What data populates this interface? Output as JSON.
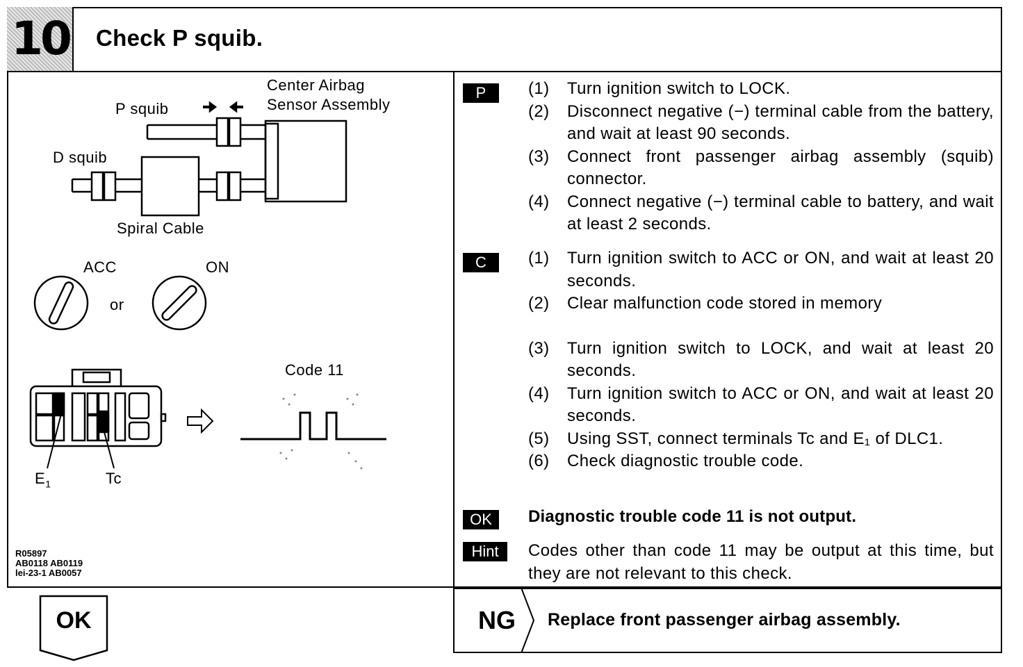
{
  "header": {
    "step_number": "10",
    "title": "Check P squib."
  },
  "diagram": {
    "center_airbag_label": "Center Airbag",
    "sensor_assembly_label": "Sensor Assembly",
    "p_squib_label": "P squib",
    "d_squib_label": "D squib",
    "spiral_cable_label": "Spiral Cable",
    "acc_label": "ACC",
    "on_label": "ON",
    "or_label": "or",
    "code_label": "Code 11",
    "e1_label": "E",
    "e1_sub": "1",
    "tc_label": "Tc",
    "refs": [
      "R05897",
      "AB0118  AB0119",
      "lei-23-1  AB0057"
    ]
  },
  "procedure": {
    "p_tag": "P",
    "c_tag": "C",
    "ok_tag": "OK",
    "hint_tag": "Hint",
    "p_steps": [
      {
        "num": "(1)",
        "text": "Turn ignition switch to LOCK."
      },
      {
        "num": "(2)",
        "text": "Disconnect negative (−) terminal cable from the battery, and wait at least 90 seconds."
      },
      {
        "num": "(3)",
        "text": "Connect front passenger airbag assembly (squib) connector."
      },
      {
        "num": "(4)",
        "text": "Connect negative (−) terminal cable to battery, and wait at least 2 seconds."
      }
    ],
    "c_steps": [
      {
        "num": "(1)",
        "text": "Turn ignition switch to ACC or ON, and wait at least 20 seconds."
      },
      {
        "num": "(2)",
        "text": "Clear malfunction code stored in memory"
      },
      {
        "num": "(3)",
        "text": "Turn ignition switch to LOCK, and wait at least 20 seconds."
      },
      {
        "num": "(4)",
        "text": "Turn ignition switch to ACC or ON, and wait at least 20 seconds."
      },
      {
        "num": "(5)",
        "text": "Using SST, connect terminals Tc and E₁ of DLC1."
      },
      {
        "num": "(6)",
        "text": "Check diagnostic trouble code."
      }
    ],
    "ok_text": "Diagnostic trouble code 11 is not output.",
    "hint_text": "Codes other than code 11 may be output at this time, but they are not relevant to this check."
  },
  "result": {
    "ok_label": "OK",
    "ng_label": "NG",
    "ng_text": "Replace front passenger airbag assembly."
  }
}
